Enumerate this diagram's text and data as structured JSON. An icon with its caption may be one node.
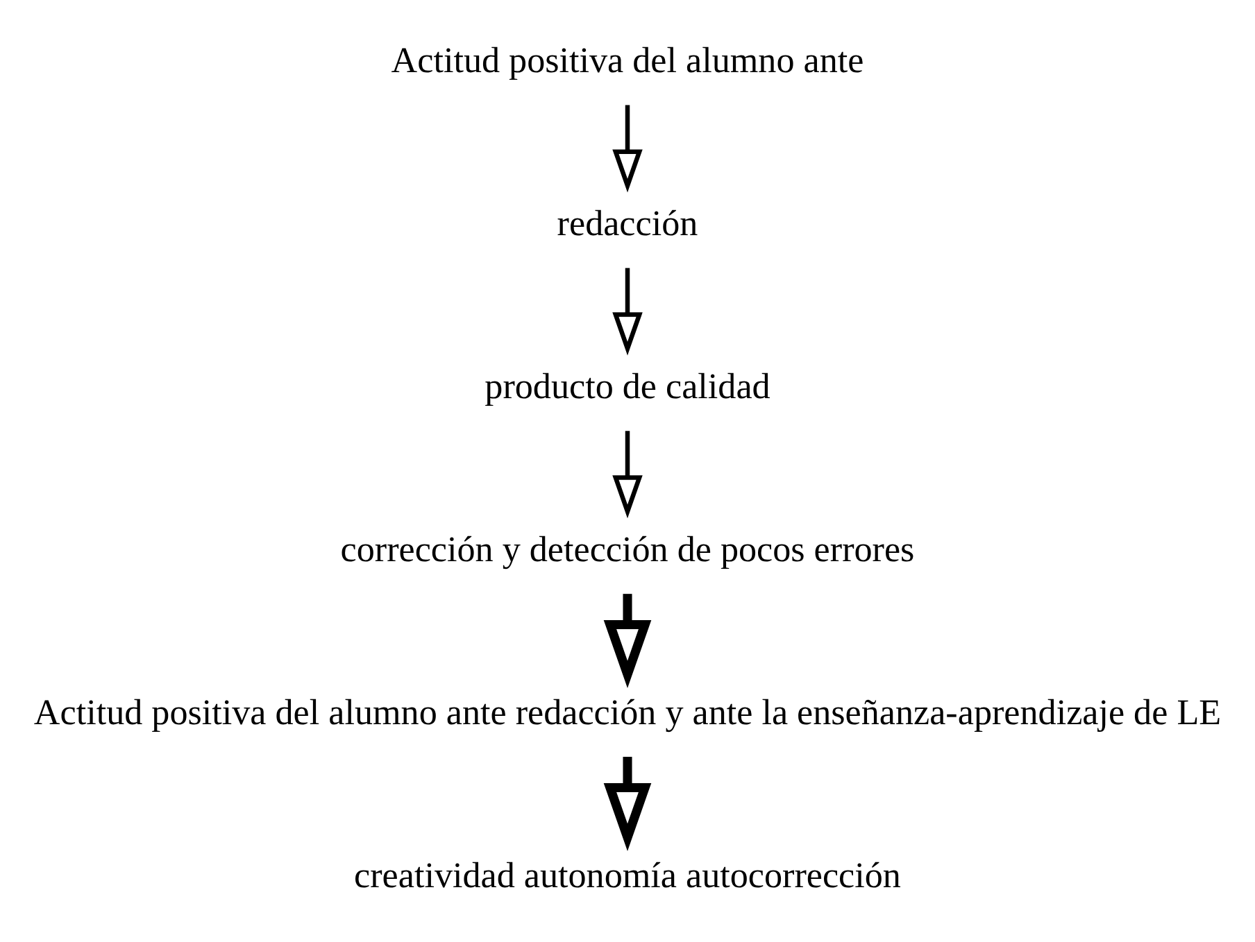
{
  "diagram": {
    "nodes": [
      {
        "text": [
          "Actitud positiva del alumno ante"
        ]
      },
      {
        "text": [
          "redacción"
        ]
      },
      {
        "text": [
          "producto de calidad"
        ]
      },
      {
        "text": [
          "corrección y detección de pocos errores"
        ]
      },
      {
        "text": [
          "Actitud positiva del alumno ante redacción y ante la enseñanza-aprendizaje de LE"
        ]
      },
      {
        "text": [
          "creatividad autonomía autocorrección"
        ]
      }
    ],
    "edges": [
      {
        "from": 0,
        "to": 1,
        "arrow": "to"
      },
      {
        "from": 1,
        "to": 2,
        "arrow": "to"
      },
      {
        "from": 2,
        "to": 3,
        "arrow": "to"
      },
      {
        "from": 3,
        "to": 4,
        "arrow": "to",
        "style": "thick"
      },
      {
        "from": 4,
        "to": 5,
        "arrow": "to",
        "style": "thick"
      }
    ]
  }
}
